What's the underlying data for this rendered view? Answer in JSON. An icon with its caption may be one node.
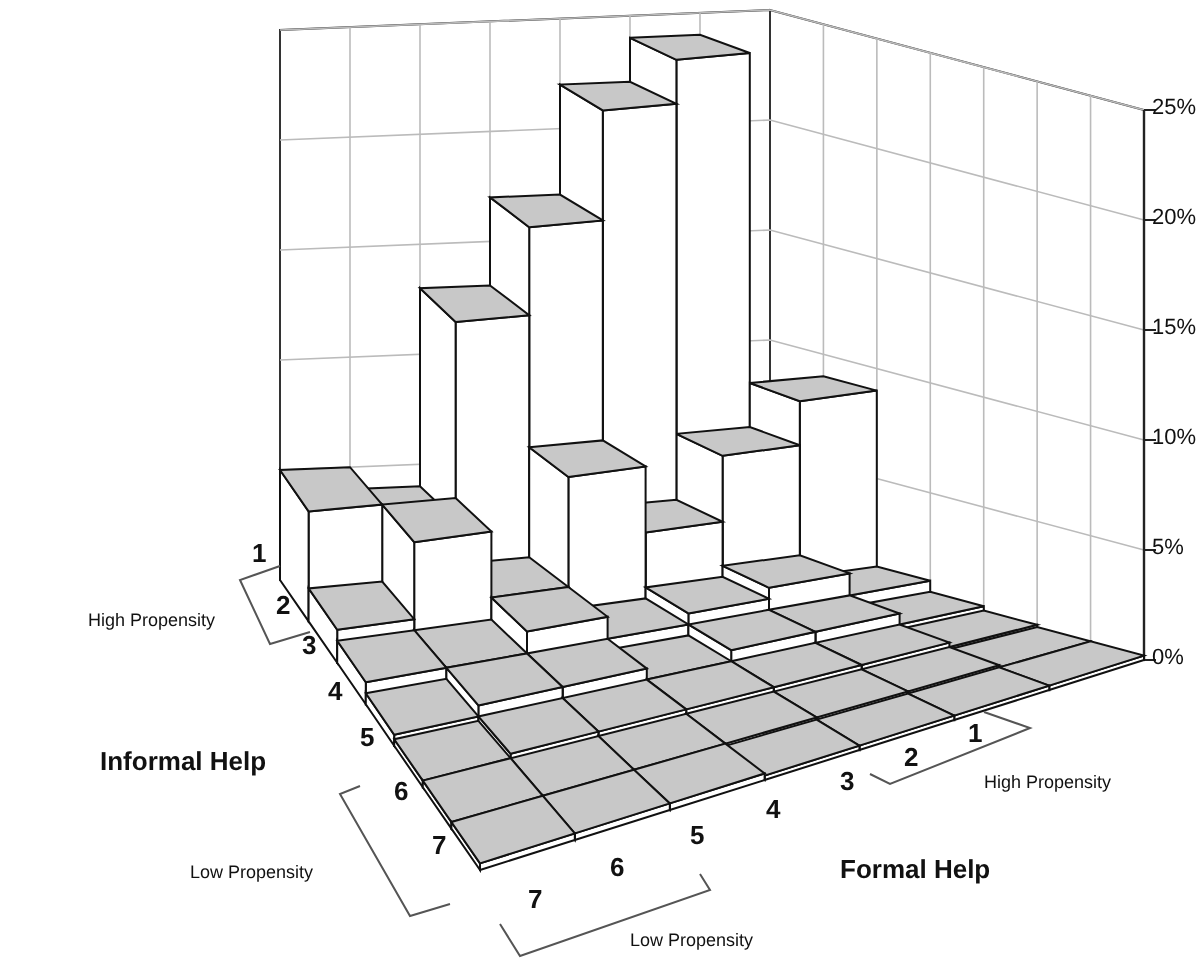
{
  "diagram": {
    "labels": [
      "25%",
      "20%",
      "15%",
      "10%",
      "5%",
      "0%",
      "1",
      "2",
      "3",
      "4",
      "5",
      "6",
      "7",
      "High Propensity",
      "Informal Help",
      "Low Propensity",
      "7",
      "6",
      "5",
      "4",
      "3",
      "2",
      "1",
      "High Propensity",
      "Formal Help",
      "Low Propensity"
    ]
  }
}
